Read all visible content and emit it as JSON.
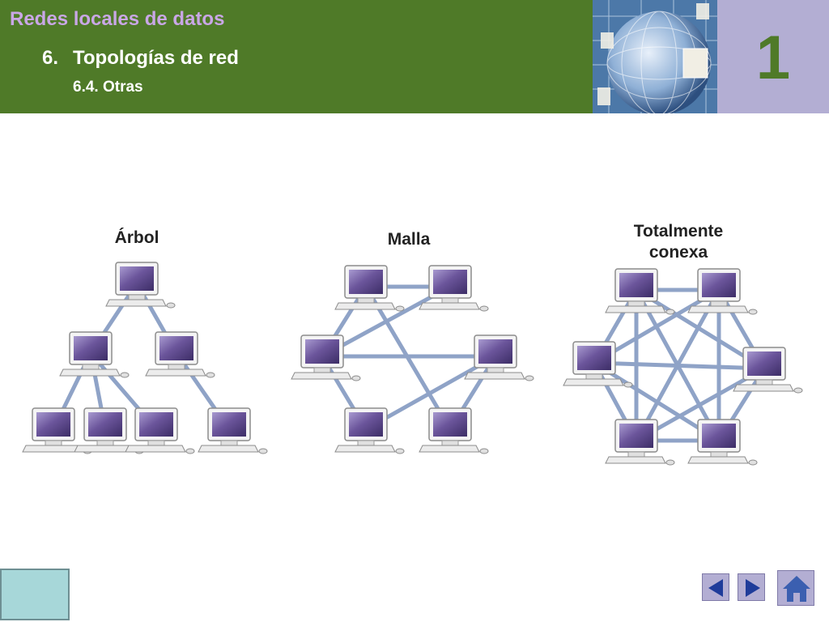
{
  "header": {
    "course_title": "Redes locales de datos",
    "section_number": "6.",
    "section_title": "Topologías de red",
    "subsection_title": "6.4. Otras",
    "unit_number": "1"
  },
  "diagrams": {
    "tree_title": "Árbol",
    "mesh_title": "Malla",
    "full_title_line1": "Totalmente",
    "full_title_line2": "conexa"
  },
  "colors": {
    "header_green": "#4f7a28",
    "lavender": "#b3aed3",
    "screen_purple": "#5c4a8a",
    "link_blue": "#8fa3c7"
  },
  "icons": {
    "prev": "triangle-left-icon",
    "next": "triangle-right-icon",
    "home": "house-icon"
  }
}
